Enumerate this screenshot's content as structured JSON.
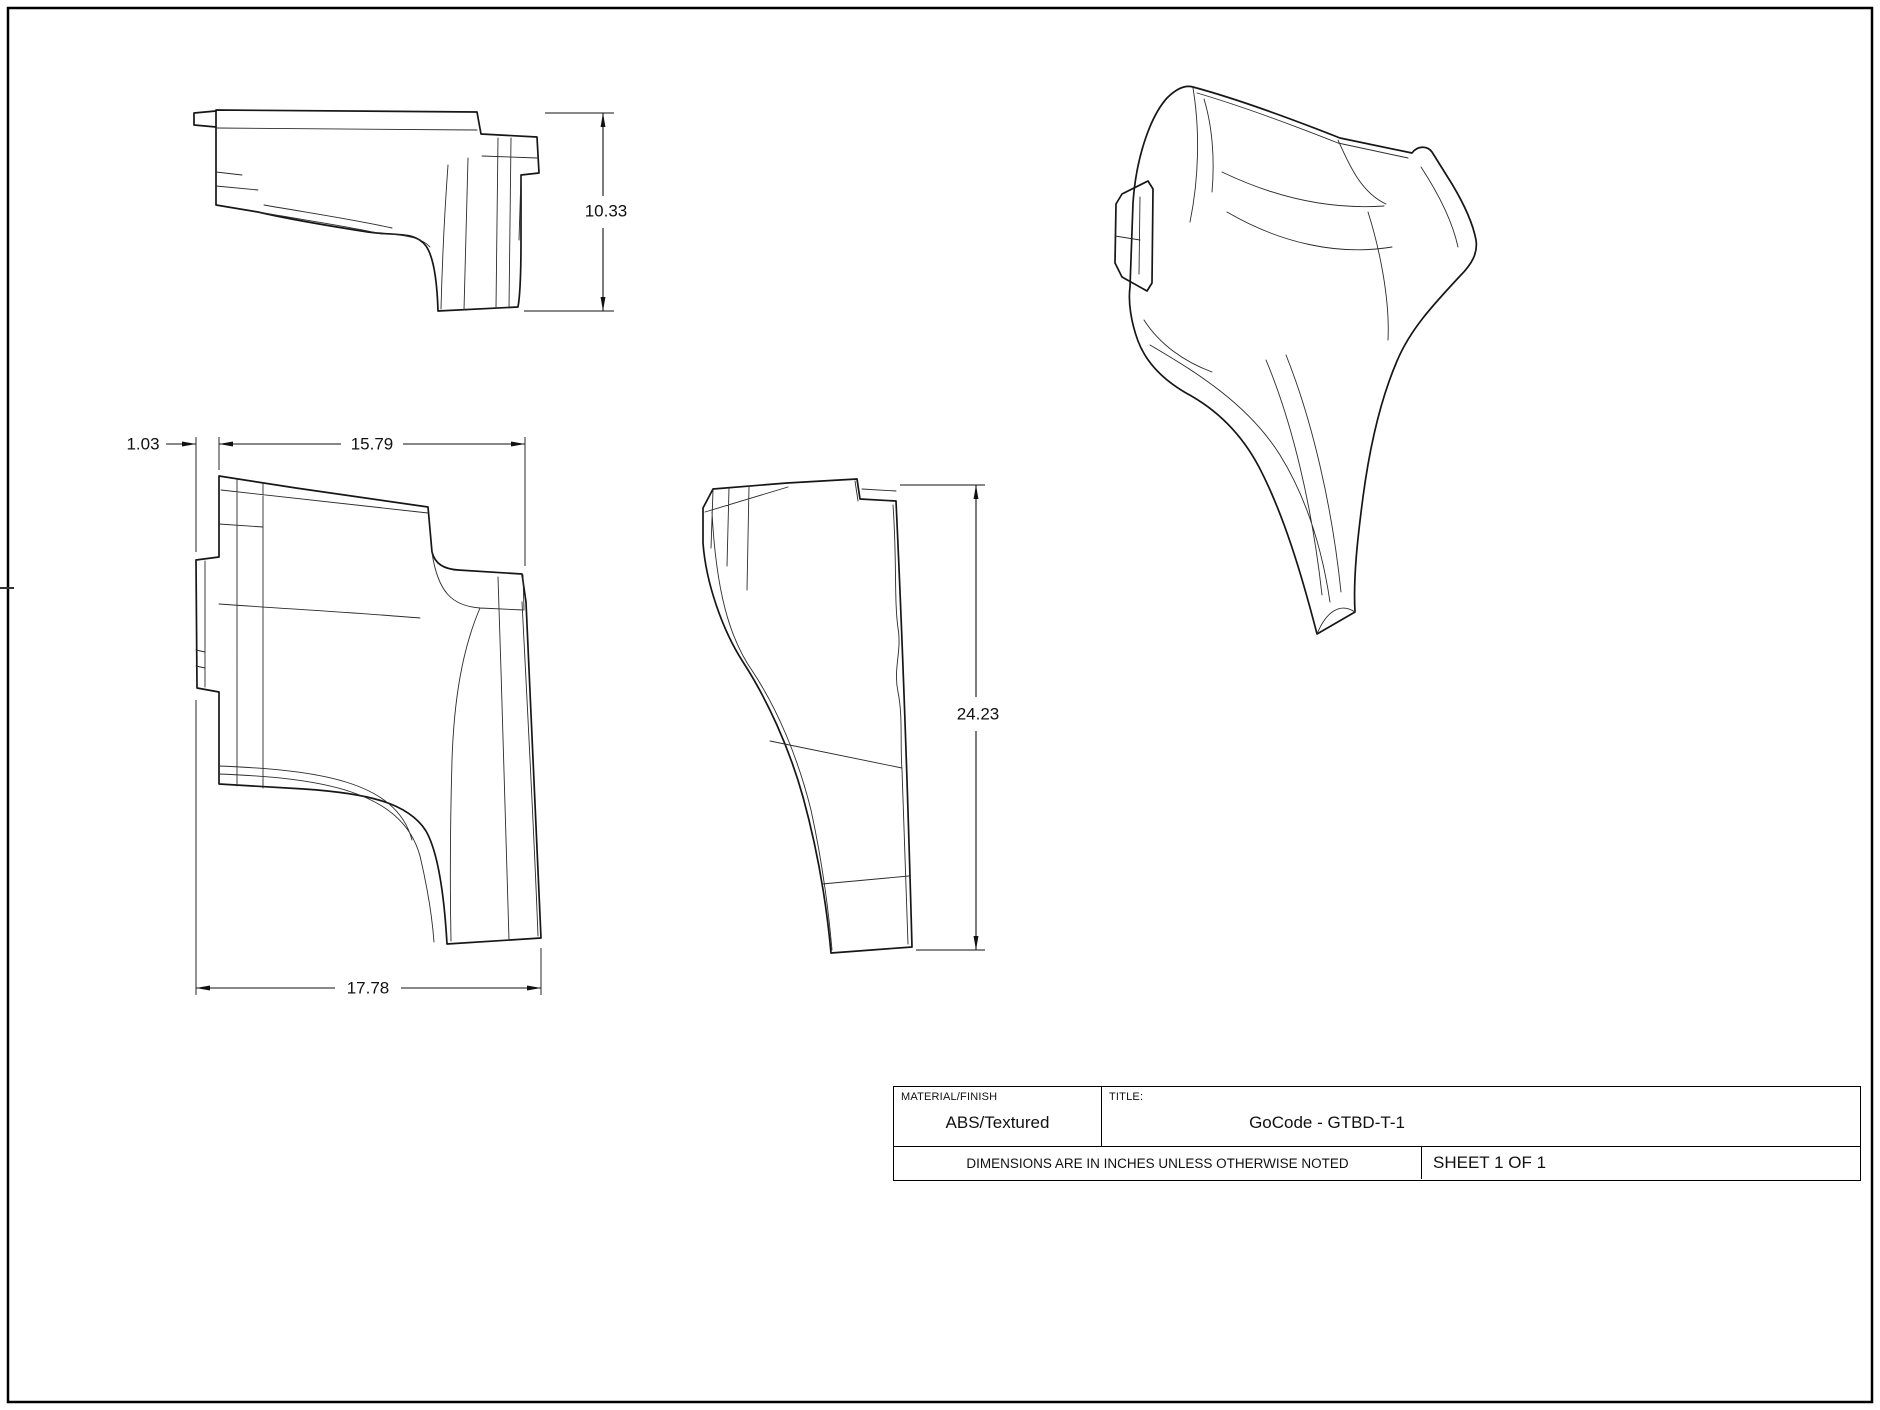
{
  "dimensions": {
    "side_view_height": "10.33",
    "front_left_offset": "1.03",
    "front_top_width": "15.79",
    "front_bottom_width": "17.78",
    "overall_height": "24.23"
  },
  "title_block": {
    "material_label": "MATERIAL/FINISH",
    "material_value": "ABS/Textured",
    "title_label": "TITLE:",
    "title_value": "GoCode - GTBD-T-1",
    "units_note": "DIMENSIONS ARE IN INCHES UNLESS OTHERWISE NOTED",
    "sheet_label": "SHEET 1 OF 1"
  }
}
